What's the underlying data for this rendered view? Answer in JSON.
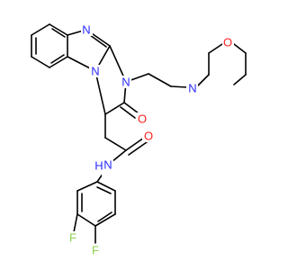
{
  "molecule": {
    "atoms": {
      "n_imine": {
        "symbol": "N",
        "color": "#2a2aff"
      },
      "n_fused": {
        "symbol": "N",
        "color": "#2a2aff"
      },
      "n_ring": {
        "symbol": "N",
        "color": "#2a2aff"
      },
      "n_morph": {
        "symbol": "N",
        "color": "#2a2aff"
      },
      "o_morph": {
        "symbol": "O",
        "color": "#ff2020"
      },
      "o_lactam": {
        "symbol": "O",
        "color": "#ff2020"
      },
      "o_amide": {
        "symbol": "O",
        "color": "#ff2020"
      },
      "n_amide": {
        "symbol": "N",
        "h_label": "H",
        "color": "#2a2aff"
      },
      "f_meta": {
        "symbol": "F",
        "color": "#8ed14f"
      },
      "f_para": {
        "symbol": "F",
        "color": "#8ed14f"
      }
    }
  }
}
